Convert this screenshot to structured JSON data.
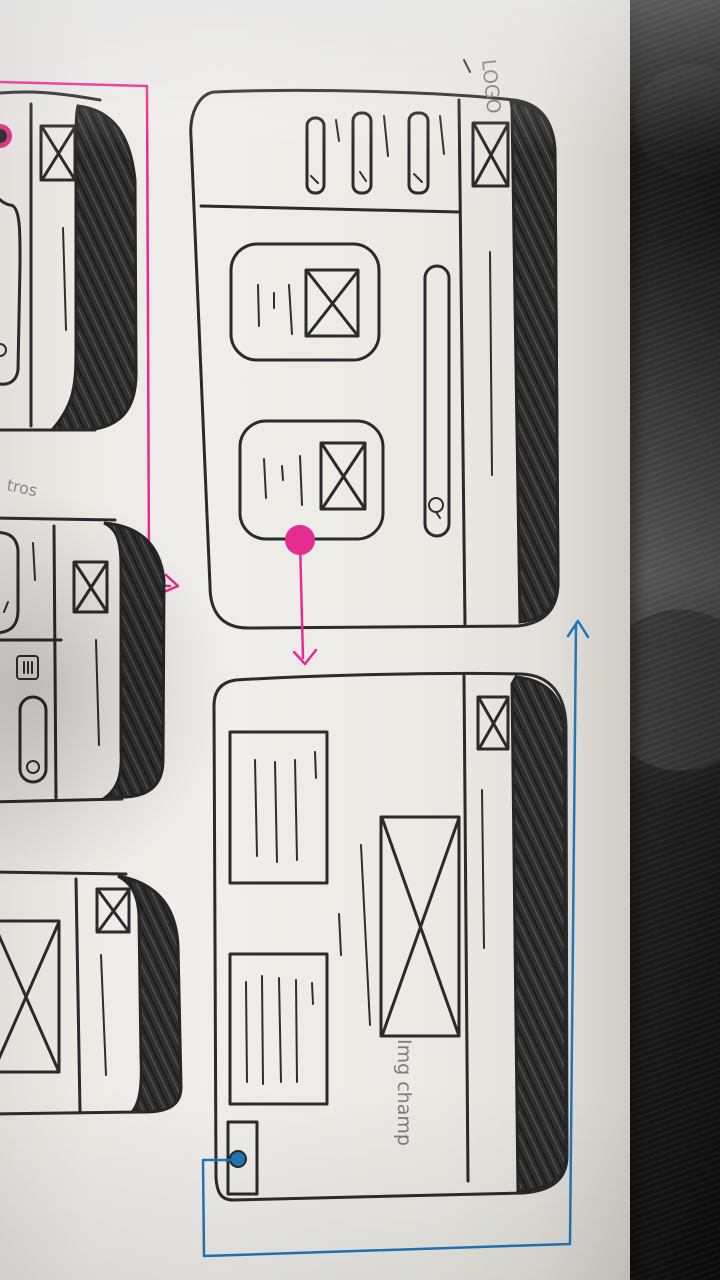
{
  "colors": {
    "paper": "#ece9e5",
    "ink": "#2b2b2b",
    "pink_arrow": "#e42c91",
    "blue_arrow": "#2277b8",
    "background_fabric": "#1d1d1d"
  },
  "labels": {
    "logo_note": "LOGO",
    "image_note": "Img champ",
    "partial_note": "tros"
  }
}
